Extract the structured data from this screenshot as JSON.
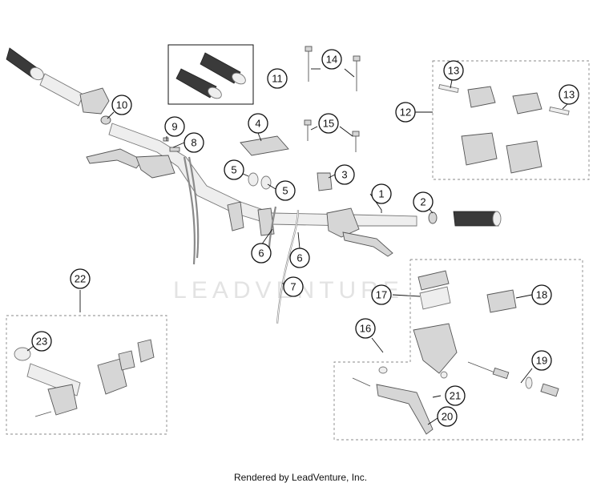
{
  "diagram": {
    "callouts": [
      "1",
      "2",
      "3",
      "4",
      "5",
      "5",
      "6",
      "6",
      "7",
      "8",
      "9",
      "10",
      "11",
      "12",
      "13",
      "13",
      "14",
      "15",
      "16",
      "17",
      "18",
      "19",
      "20",
      "21",
      "22",
      "23"
    ],
    "watermark": "LEADVENTURE"
  },
  "footer": {
    "credit": "Rendered by LeadVenture, Inc."
  }
}
